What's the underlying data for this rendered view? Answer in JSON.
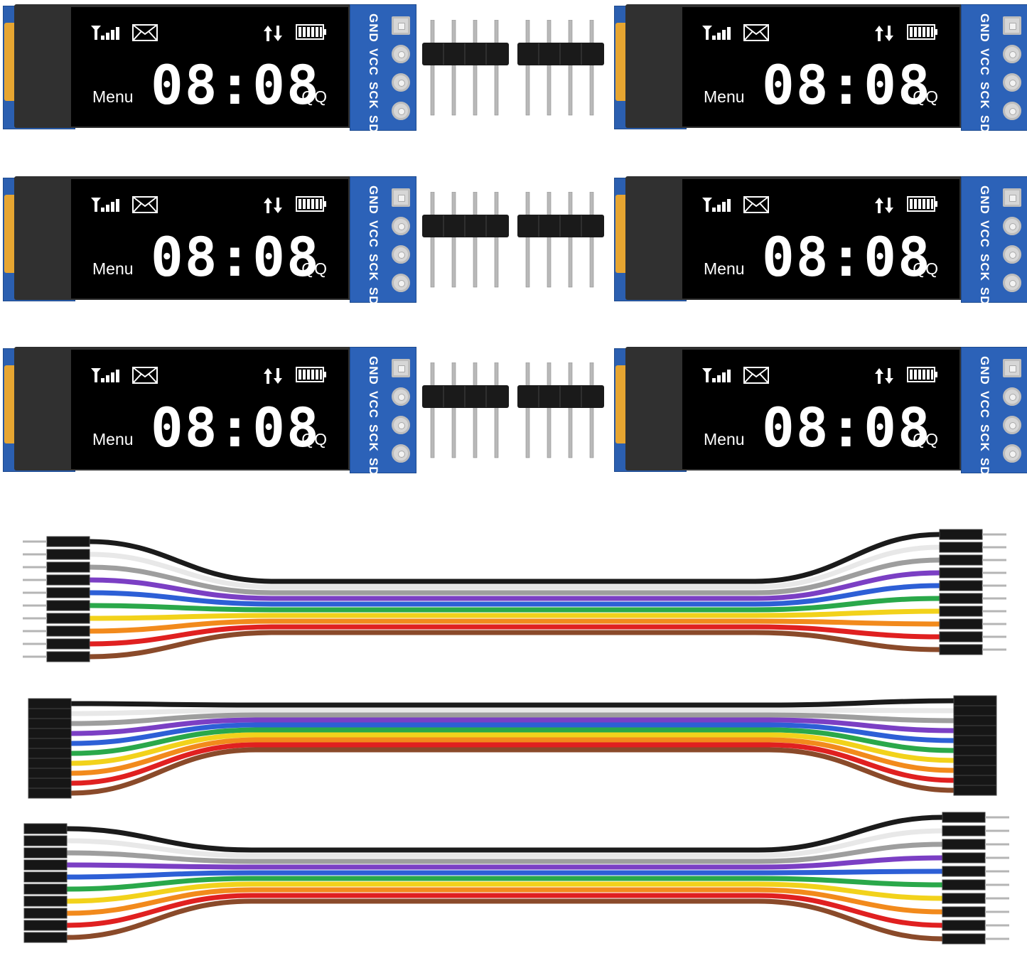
{
  "oled": {
    "menu_label": "Menu",
    "time": "08:08",
    "qq_label": "QQ",
    "pins": [
      "GND",
      "VCC",
      "SCK",
      "SDA"
    ]
  },
  "colors": {
    "pcb_blue": "#2c62b8",
    "screen_black": "#000000",
    "flex_orange": "#e6a531",
    "pin_silver": "#b9b9b9",
    "header_black": "#1a1a1a"
  },
  "wire_colors": [
    "#1b1b1b",
    "#e8e8e8",
    "#9e9e9e",
    "#7b3fc4",
    "#2d5fd6",
    "#2aa84a",
    "#f2d21b",
    "#f28a1c",
    "#e02020",
    "#8a4a2a"
  ],
  "icons": [
    "signal-icon",
    "mail-icon",
    "up-down-arrows-icon",
    "battery-icon"
  ]
}
